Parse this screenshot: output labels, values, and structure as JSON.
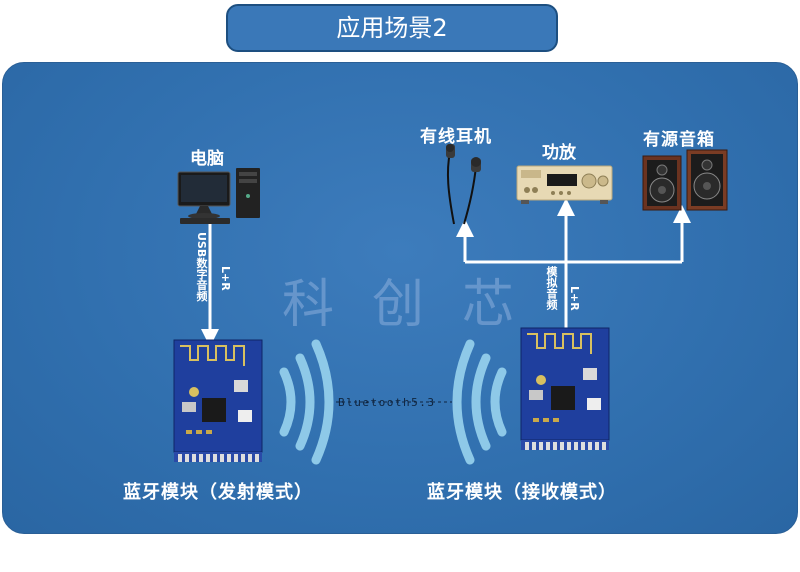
{
  "header": {
    "title": "应用场景2"
  },
  "devices": {
    "pc": "电脑",
    "wired_earphone": "有线耳机",
    "amplifier": "功放",
    "active_speaker": "有源音箱"
  },
  "links": {
    "usb_audio": "USB数字音频",
    "lr_left": "L+R",
    "analog_audio": "模拟音频",
    "lr_right": "L+R",
    "bluetooth": "Bluetooth5.3"
  },
  "modules": {
    "transmit": "蓝牙模块（发射模式）",
    "receive": "蓝牙模块（接收模式）"
  },
  "watermark": "科创芯",
  "colors": {
    "panel": "#306fae",
    "pcb": "#1e3f9a",
    "wave": "#8ec9e8",
    "text": "#ffffff"
  }
}
